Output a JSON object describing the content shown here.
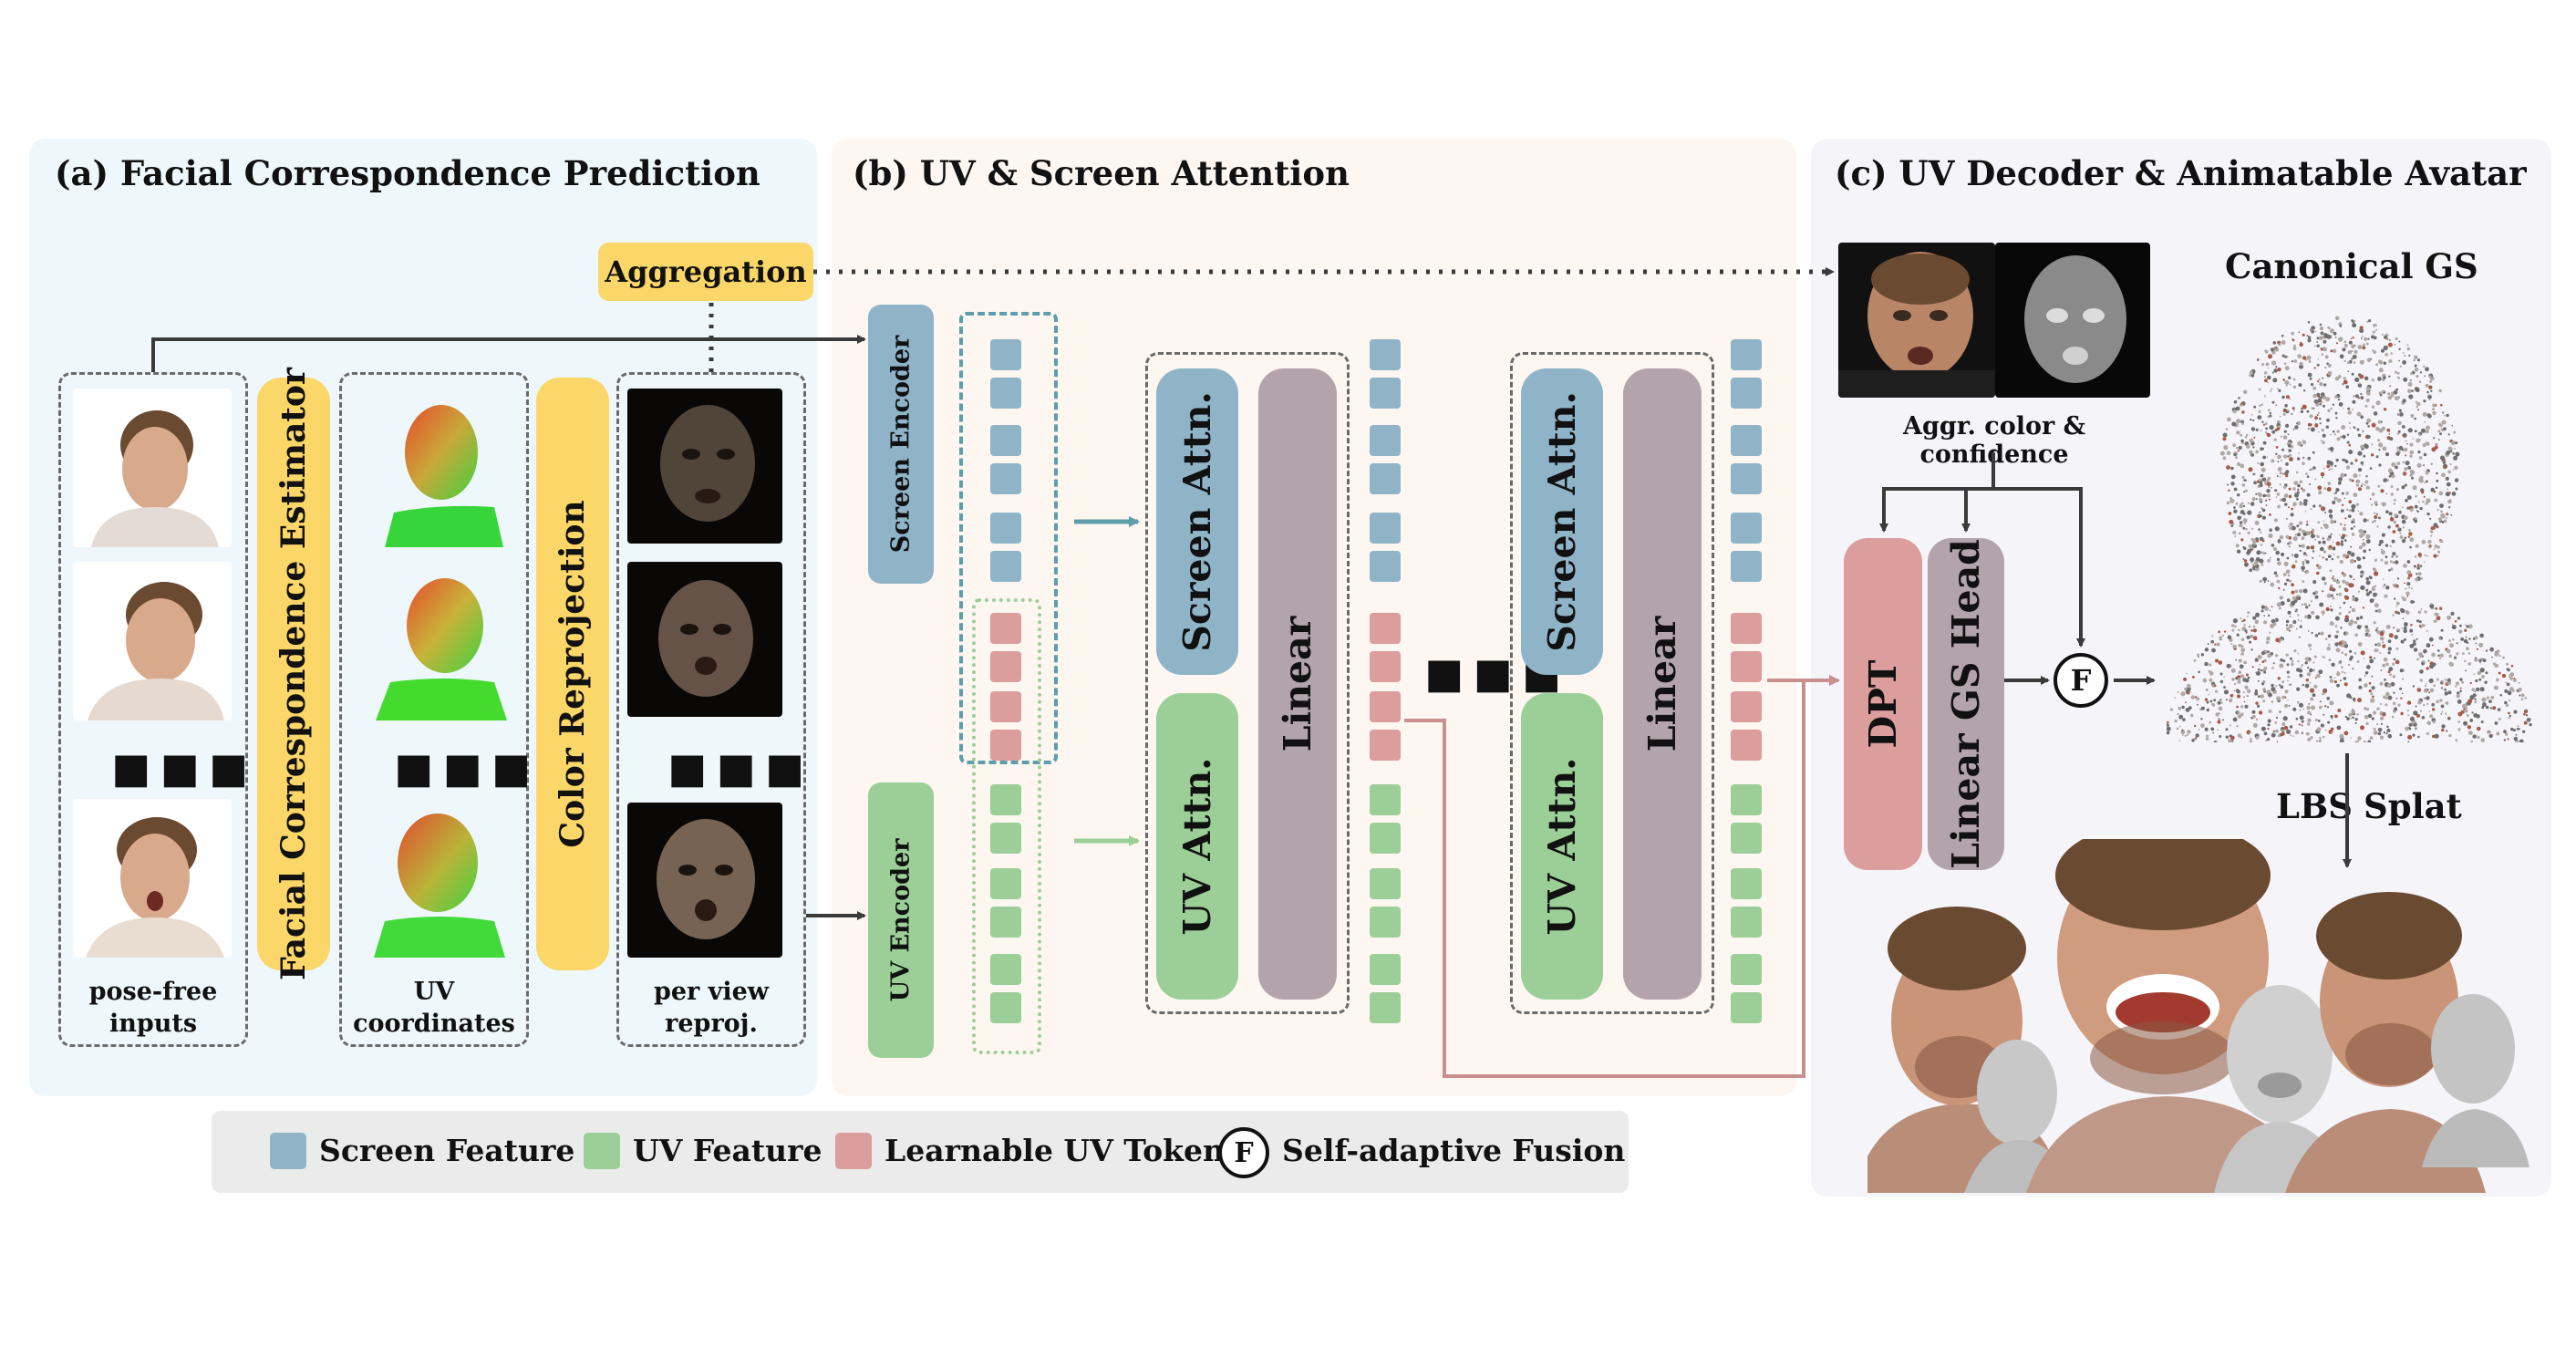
{
  "panels": {
    "a": {
      "title": "(a)  Facial Correspondence Prediction",
      "aggregation_label": "Aggregation",
      "estimator_label": "Facial Correspondence Estimator",
      "reprojection_label": "Color Reprojection",
      "ellipsis": "▪▪▪",
      "captions": {
        "inputs": [
          "pose-free",
          "inputs"
        ],
        "uv": [
          "UV",
          "coordinates"
        ],
        "reproj": [
          "per view",
          "reproj."
        ]
      }
    },
    "b": {
      "title": "(b)  UV & Screen Attention",
      "screen_encoder": "Screen Encoder",
      "uv_encoder": "UV Encoder",
      "screen_attn": "Screen Attn.",
      "uv_attn": "UV Attn.",
      "linear": "Linear",
      "ellipsis": "▪▪▪"
    },
    "c": {
      "title": "(c)  UV Decoder & Animatable Avatar",
      "aggr_caption": "Aggr. color & confidence",
      "canonical_title": "Canonical GS",
      "dpt": "DPT",
      "head": "Linear GS Head",
      "fusion_symbol": "F",
      "lbs": "LBS",
      "splat": "Splat"
    }
  },
  "legend": {
    "screen_feature": "Screen Feature",
    "uv_feature": "UV Feature",
    "learnable_token": "Learnable UV Token",
    "fusion_symbol": "F",
    "fusion": "Self-adaptive Fusion"
  },
  "colors": {
    "panel_a_bg": "#eef7fb",
    "panel_b_bg": "#fdf6f1",
    "panel_c_bg": "#f5f4f8",
    "legend_bg": "#ebebeb",
    "yellow": "#fbd668",
    "blue": "#8fb4c8",
    "green": "#9ccf98",
    "red": "#dc9d9d",
    "mauve": "#b3a3ab",
    "teal_arrow": "#5d9eaa",
    "green_arrow": "#9ccf98",
    "red_line": "#c98f8f"
  }
}
